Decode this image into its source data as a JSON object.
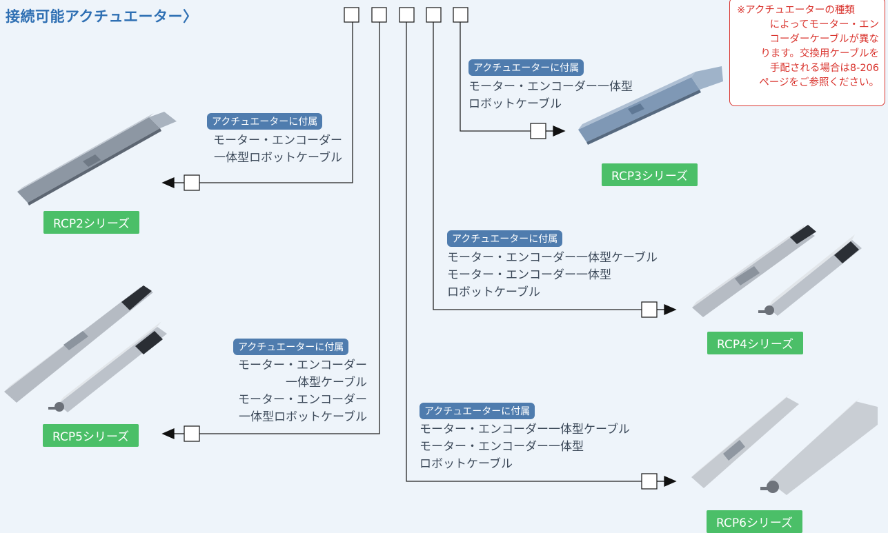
{
  "title": "接続可能アクチュエーター〉",
  "note": {
    "lines": [
      "※アクチュエーターの種類",
      "によってモーター・エン",
      "コーダーケーブルが異な",
      "ります。交換用ケーブルを",
      "手配される場合は8-206",
      "ページをご参照ください。"
    ]
  },
  "tag_label": "アクチュエーターに付属",
  "sections": {
    "rcp2": {
      "series": "RCP2シリーズ",
      "lines": [
        "モーター・エンコーダー",
        "一体型ロボットケーブル"
      ]
    },
    "rcp3": {
      "series": "RCP3シリーズ",
      "lines": [
        "モーター・エンコーダー一体型",
        "ロボットケーブル"
      ]
    },
    "rcp4": {
      "series": "RCP4シリーズ",
      "lines": [
        "モーター・エンコーダー一体型ケーブル",
        "モーター・エンコーダー一体型",
        "ロボットケーブル"
      ]
    },
    "rcp5": {
      "series": "RCP5シリーズ",
      "lines": [
        "モーター・エンコーダー",
        "一体型ケーブル",
        "モーター・エンコーダー",
        "一体型ロボットケーブル"
      ]
    },
    "rcp6": {
      "series": "RCP6シリーズ",
      "lines": [
        "モーター・エンコーダー一体型ケーブル",
        "モーター・エンコーダー一体型",
        "ロボットケーブル"
      ]
    }
  },
  "colors": {
    "accent": "#2e6fb3",
    "tag": "#4f7cae",
    "series": "#4bbf68",
    "note": "#d9332d",
    "background": "#eef4fa"
  }
}
